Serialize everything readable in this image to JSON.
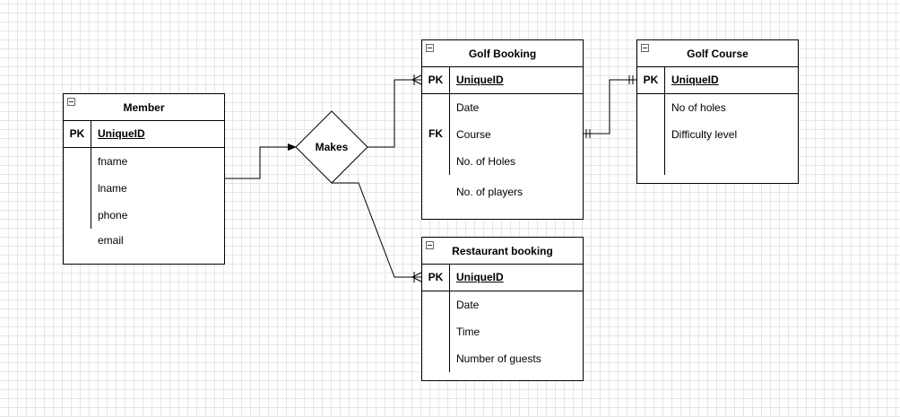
{
  "entities": {
    "member": {
      "title": "Member",
      "pk_label": "PK",
      "pk_field": "UniqueID",
      "attributes": [
        "fname",
        "lname",
        "phone",
        "email"
      ]
    },
    "golf_booking": {
      "title": "Golf Booking",
      "pk_label": "PK",
      "pk_field": "UniqueID",
      "fk_label": "FK",
      "attributes": [
        "Date",
        "Course",
        "No. of Holes",
        "No. of players"
      ]
    },
    "golf_course": {
      "title": "Golf Course",
      "pk_label": "PK",
      "pk_field": "UniqueID",
      "attributes": [
        "No of holes",
        "Difficulty level"
      ]
    },
    "restaurant_booking": {
      "title": "Restaurant booking",
      "pk_label": "PK",
      "pk_field": "UniqueID",
      "attributes": [
        "Date",
        "Time",
        "Number of guests"
      ]
    }
  },
  "relationship": {
    "label": "Makes"
  },
  "colors": {
    "line": "#000000",
    "grid": "#e6e6e6",
    "background": "#ffffff"
  }
}
